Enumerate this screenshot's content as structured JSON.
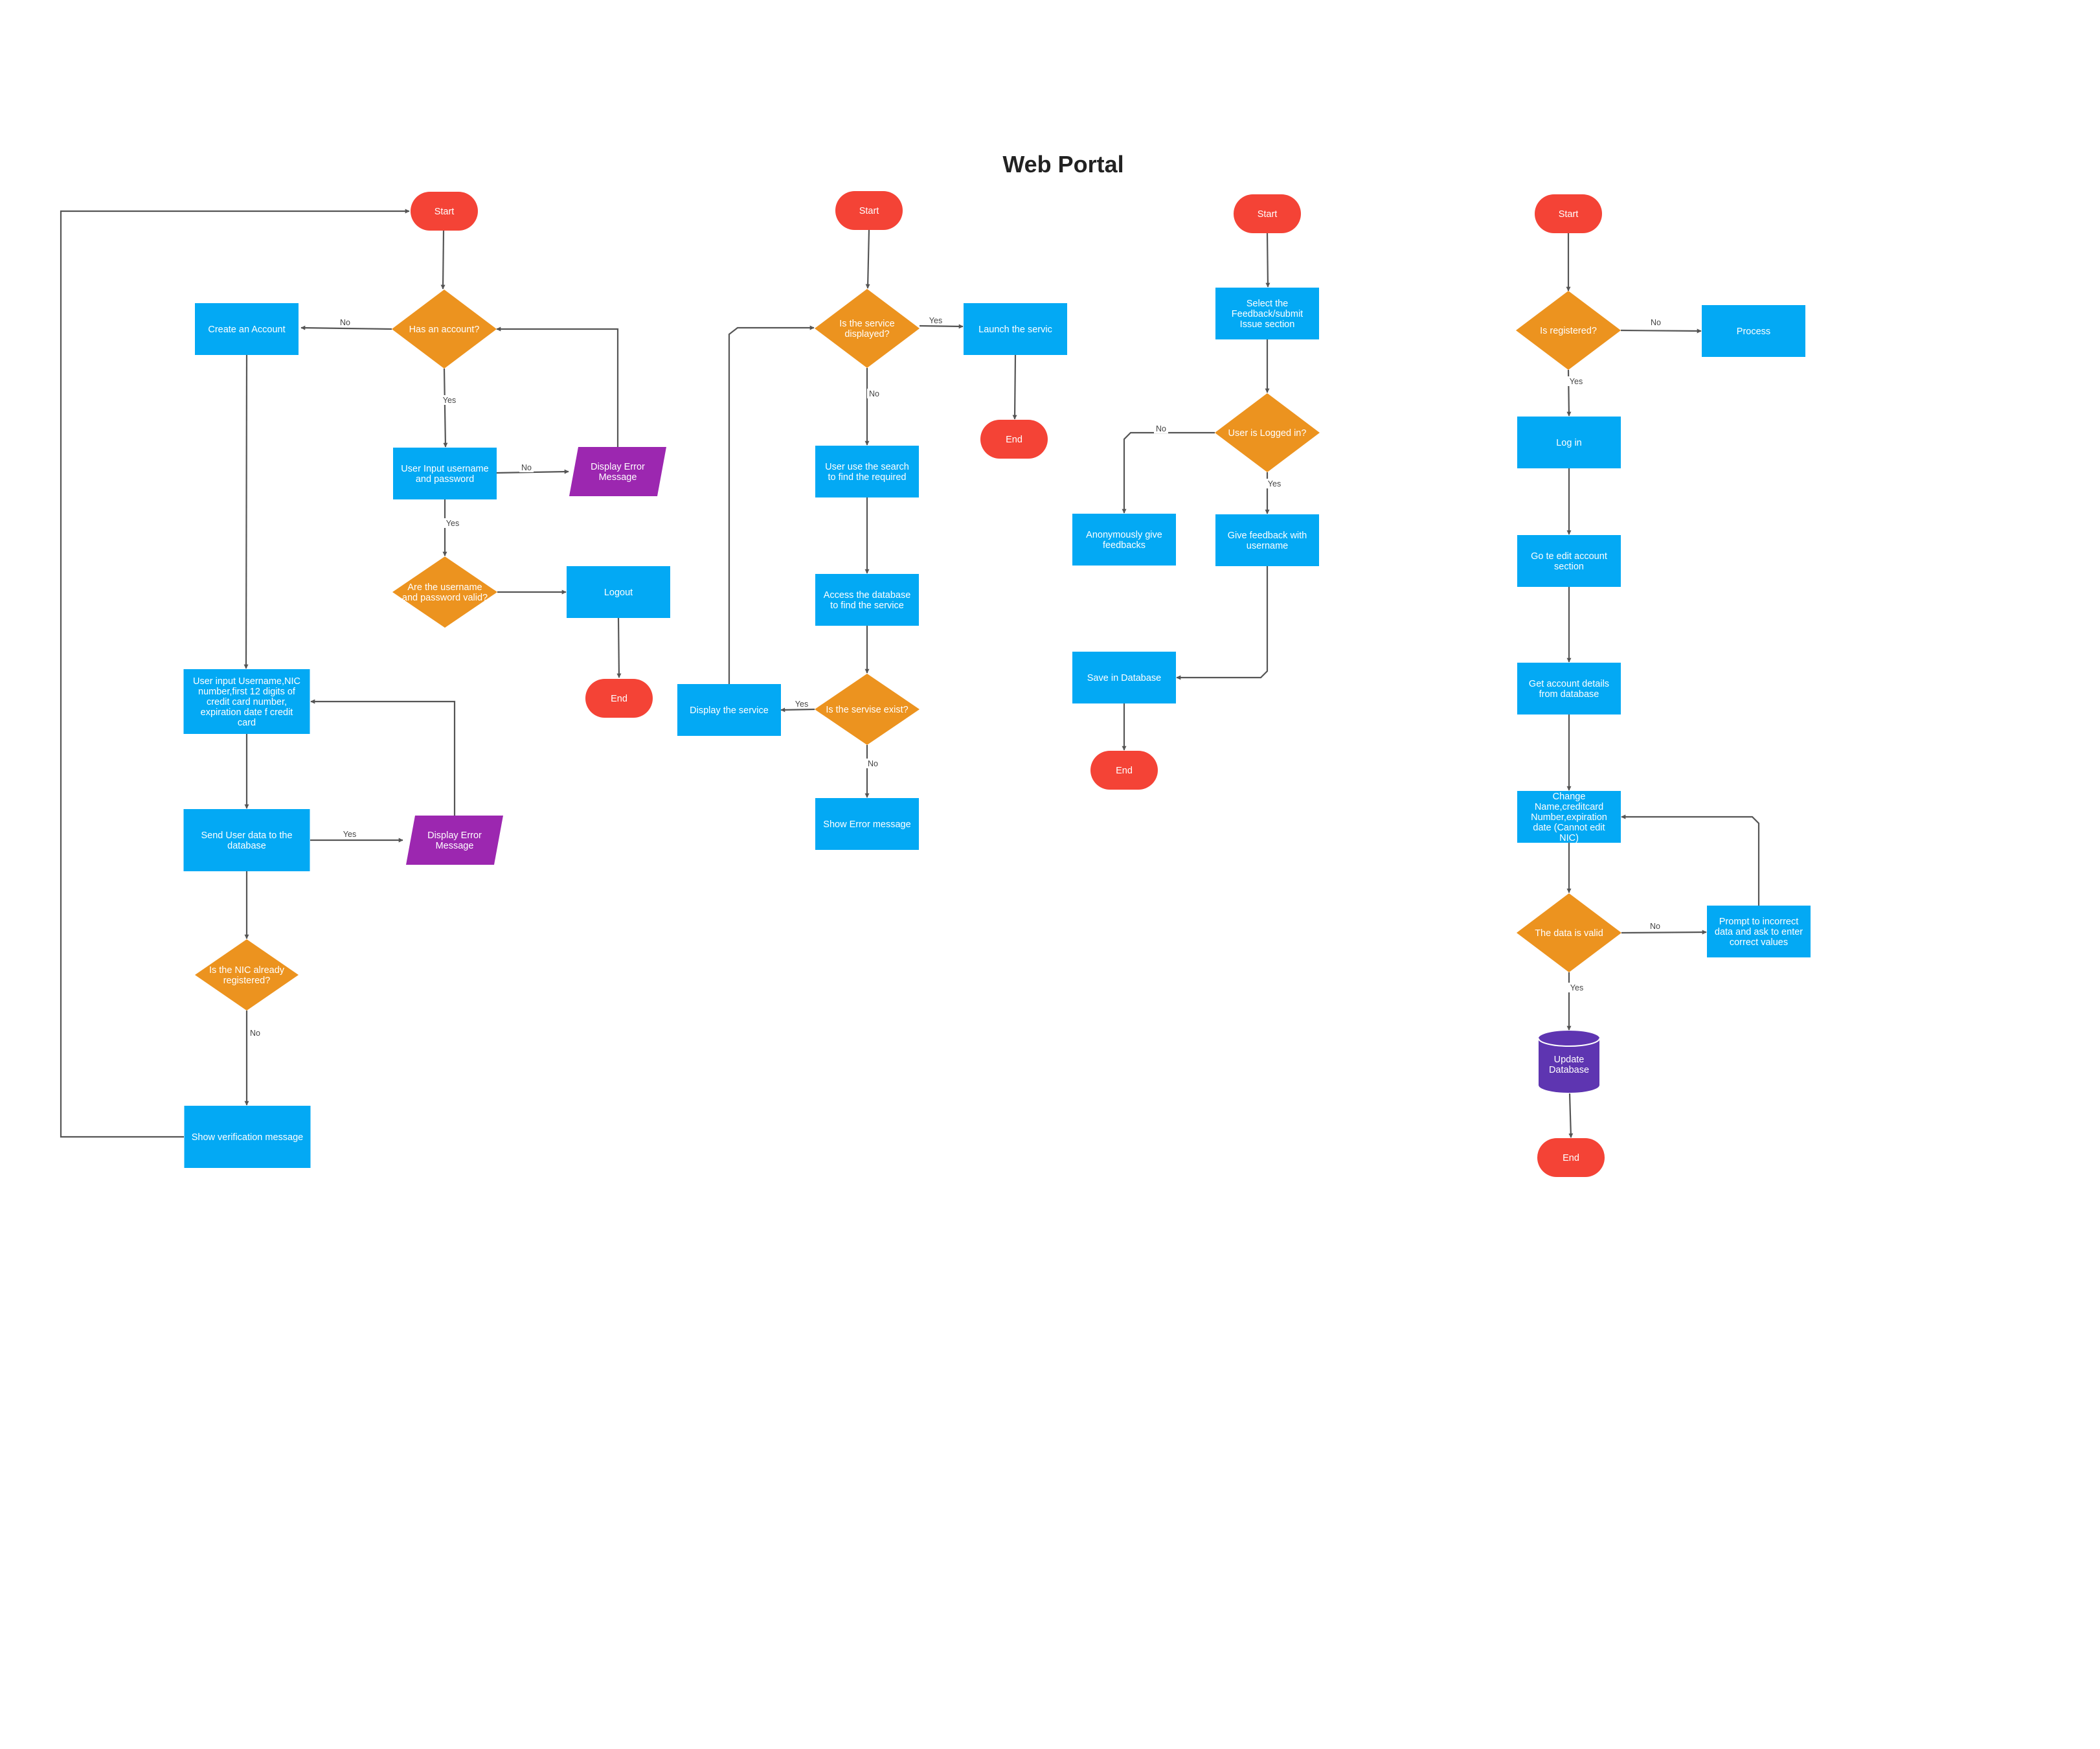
{
  "title": "Web Portal",
  "colors": {
    "terminal": "#f44336",
    "process": "#03a9f4",
    "decision": "#ec931f",
    "io": "#9c27b0",
    "database": "#5e35b1",
    "edge": "#555555"
  },
  "nodes": [
    {
      "id": "a_start",
      "shape": "terminal",
      "lines": [
        "Start"
      ]
    },
    {
      "id": "a_has_account",
      "shape": "decision",
      "lines": [
        "Has an account?"
      ]
    },
    {
      "id": "a_create_account",
      "shape": "process",
      "lines": [
        "Create an Account"
      ]
    },
    {
      "id": "a_input_login",
      "shape": "process",
      "lines": [
        "User Input username",
        "and password"
      ]
    },
    {
      "id": "a_error_login",
      "shape": "io",
      "lines": [
        "Display Error",
        "Message"
      ]
    },
    {
      "id": "a_valid",
      "shape": "decision",
      "lines": [
        "Are the username",
        "and password valid?"
      ]
    },
    {
      "id": "a_logout",
      "shape": "process",
      "lines": [
        "Logout"
      ]
    },
    {
      "id": "a_end",
      "shape": "terminal",
      "lines": [
        "End"
      ]
    },
    {
      "id": "a_input_register",
      "shape": "process",
      "lines": [
        "User input Username,NIC",
        "number,first 12 digits of",
        "credit card number,",
        "expiration date f credit",
        "card"
      ]
    },
    {
      "id": "a_send_data",
      "shape": "process",
      "lines": [
        "Send User data to the",
        "database"
      ]
    },
    {
      "id": "a_error_register",
      "shape": "io",
      "lines": [
        "Display Error",
        "Message"
      ]
    },
    {
      "id": "a_nic_registered",
      "shape": "decision",
      "lines": [
        "Is the NIC already",
        "registered?"
      ]
    },
    {
      "id": "a_verification",
      "shape": "process",
      "lines": [
        "Show verification message"
      ]
    },
    {
      "id": "b_start",
      "shape": "terminal",
      "lines": [
        "Start"
      ]
    },
    {
      "id": "b_displayed",
      "shape": "decision",
      "lines": [
        "Is the service",
        "displayed?"
      ]
    },
    {
      "id": "b_launch",
      "shape": "process",
      "lines": [
        "Launch the servic"
      ]
    },
    {
      "id": "b_end",
      "shape": "terminal",
      "lines": [
        "End"
      ]
    },
    {
      "id": "b_search",
      "shape": "process",
      "lines": [
        "User use the search",
        "to find the required"
      ]
    },
    {
      "id": "b_access_db",
      "shape": "process",
      "lines": [
        "Access the database",
        "to find the service"
      ]
    },
    {
      "id": "b_exist",
      "shape": "decision",
      "lines": [
        "Is the servise exist?"
      ]
    },
    {
      "id": "b_display_service",
      "shape": "process",
      "lines": [
        "Display the service"
      ]
    },
    {
      "id": "b_error",
      "shape": "process",
      "lines": [
        "Show Error message"
      ]
    },
    {
      "id": "c_start",
      "shape": "terminal",
      "lines": [
        "Start"
      ]
    },
    {
      "id": "c_select",
      "shape": "process",
      "lines": [
        "Select the",
        "Feedback/submit",
        "Issue section"
      ]
    },
    {
      "id": "c_logged_in",
      "shape": "decision",
      "lines": [
        "User is Logged in?"
      ]
    },
    {
      "id": "c_anonymous",
      "shape": "process",
      "lines": [
        "Anonymously give",
        "feedbacks"
      ]
    },
    {
      "id": "c_give_feedback",
      "shape": "process",
      "lines": [
        "Give feedback with",
        "username"
      ]
    },
    {
      "id": "c_save",
      "shape": "process",
      "lines": [
        "Save in Database"
      ]
    },
    {
      "id": "c_end",
      "shape": "terminal",
      "lines": [
        "End"
      ]
    },
    {
      "id": "d_start",
      "shape": "terminal",
      "lines": [
        "Start"
      ]
    },
    {
      "id": "d_registered",
      "shape": "decision",
      "lines": [
        "Is registered?"
      ]
    },
    {
      "id": "d_process",
      "shape": "process",
      "lines": [
        "Process"
      ]
    },
    {
      "id": "d_login",
      "shape": "process",
      "lines": [
        "Log in"
      ]
    },
    {
      "id": "d_edit_section",
      "shape": "process",
      "lines": [
        "Go te edit account",
        "section"
      ]
    },
    {
      "id": "d_get_details",
      "shape": "process",
      "lines": [
        "Get account details",
        "from database"
      ]
    },
    {
      "id": "d_change",
      "shape": "process",
      "lines": [
        "Change",
        "Name,creditcard",
        "Number,expiration",
        "date (Cannot edit",
        "NIC)"
      ]
    },
    {
      "id": "d_valid",
      "shape": "decision",
      "lines": [
        "The data is valid"
      ]
    },
    {
      "id": "d_prompt",
      "shape": "process",
      "lines": [
        "Prompt to incorrect",
        "data and ask to enter",
        "correct values"
      ]
    },
    {
      "id": "d_update_db",
      "shape": "database",
      "lines": [
        "Update",
        "Database"
      ]
    },
    {
      "id": "d_end",
      "shape": "terminal",
      "lines": [
        "End"
      ]
    }
  ],
  "edges": [
    {
      "from": "a_start",
      "to": "a_has_account",
      "label": ""
    },
    {
      "from": "a_has_account",
      "to": "a_create_account",
      "label": "No"
    },
    {
      "from": "a_has_account",
      "to": "a_input_login",
      "label": "Yes"
    },
    {
      "from": "a_input_login",
      "to": "a_error_login",
      "label": "No"
    },
    {
      "from": "a_error_login",
      "to": "a_has_account",
      "label": ""
    },
    {
      "from": "a_input_login",
      "to": "a_valid",
      "label": "Yes"
    },
    {
      "from": "a_valid",
      "to": "a_logout",
      "label": ""
    },
    {
      "from": "a_logout",
      "to": "a_end",
      "label": ""
    },
    {
      "from": "a_create_account",
      "to": "a_input_register",
      "label": ""
    },
    {
      "from": "a_input_register",
      "to": "a_send_data",
      "label": ""
    },
    {
      "from": "a_send_data",
      "to": "a_error_register",
      "label": "Yes"
    },
    {
      "from": "a_error_register",
      "to": "a_input_register",
      "label": ""
    },
    {
      "from": "a_send_data",
      "to": "a_nic_registered",
      "label": ""
    },
    {
      "from": "a_nic_registered",
      "to": "a_verification",
      "label": "No"
    },
    {
      "from": "a_verification",
      "to": "a_start",
      "label": ""
    },
    {
      "from": "b_start",
      "to": "b_displayed",
      "label": ""
    },
    {
      "from": "b_displayed",
      "to": "b_launch",
      "label": "Yes"
    },
    {
      "from": "b_launch",
      "to": "b_end",
      "label": ""
    },
    {
      "from": "b_displayed",
      "to": "b_search",
      "label": "No"
    },
    {
      "from": "b_search",
      "to": "b_access_db",
      "label": ""
    },
    {
      "from": "b_access_db",
      "to": "b_exist",
      "label": ""
    },
    {
      "from": "b_exist",
      "to": "b_display_service",
      "label": "Yes"
    },
    {
      "from": "b_display_service",
      "to": "b_displayed",
      "label": ""
    },
    {
      "from": "b_exist",
      "to": "b_error",
      "label": "No"
    },
    {
      "from": "c_start",
      "to": "c_select",
      "label": ""
    },
    {
      "from": "c_select",
      "to": "c_logged_in",
      "label": ""
    },
    {
      "from": "c_logged_in",
      "to": "c_anonymous",
      "label": "No"
    },
    {
      "from": "c_logged_in",
      "to": "c_give_feedback",
      "label": "Yes"
    },
    {
      "from": "c_give_feedback",
      "to": "c_save",
      "label": ""
    },
    {
      "from": "c_save",
      "to": "c_end",
      "label": ""
    },
    {
      "from": "d_start",
      "to": "d_registered",
      "label": ""
    },
    {
      "from": "d_registered",
      "to": "d_process",
      "label": "No"
    },
    {
      "from": "d_registered",
      "to": "d_login",
      "label": "Yes"
    },
    {
      "from": "d_login",
      "to": "d_edit_section",
      "label": ""
    },
    {
      "from": "d_edit_section",
      "to": "d_get_details",
      "label": ""
    },
    {
      "from": "d_get_details",
      "to": "d_change",
      "label": ""
    },
    {
      "from": "d_change",
      "to": "d_valid",
      "label": ""
    },
    {
      "from": "d_valid",
      "to": "d_prompt",
      "label": "No"
    },
    {
      "from": "d_prompt",
      "to": "d_change",
      "label": ""
    },
    {
      "from": "d_valid",
      "to": "d_update_db",
      "label": "Yes"
    },
    {
      "from": "d_update_db",
      "to": "d_end",
      "label": ""
    }
  ]
}
